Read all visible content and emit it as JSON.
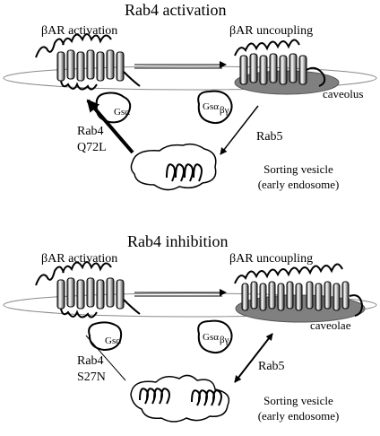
{
  "panel_top": {
    "title": "Rab4 activation",
    "activation_label": "βAR activation",
    "uncoupling_label": "βAR uncoupling",
    "caveolus_label": "caveolus",
    "gsa_label": "Gsα",
    "gsa_label_2": "Gsα",
    "bg_label": "βγ",
    "rab4_label": "Rab4",
    "mutant_label": "Q72L",
    "rab5_label": "Rab5",
    "vesicle_line1": "Sorting vesicle",
    "vesicle_line2": "(early endosome)"
  },
  "panel_bottom": {
    "title": "Rab4 inhibition",
    "activation_label": "βAR activation",
    "uncoupling_label": "βAR uncoupling",
    "caveolae_label": "caveolae",
    "gsa_label": "Gsα",
    "gsa_label_2": "Gsα",
    "bg_label": "βγ",
    "rab4_label": "Rab4",
    "mutant_label": "S27N",
    "rab5_label": "Rab5",
    "vesicle_line1": "Sorting vesicle",
    "vesicle_line2": "(early endosome)"
  }
}
